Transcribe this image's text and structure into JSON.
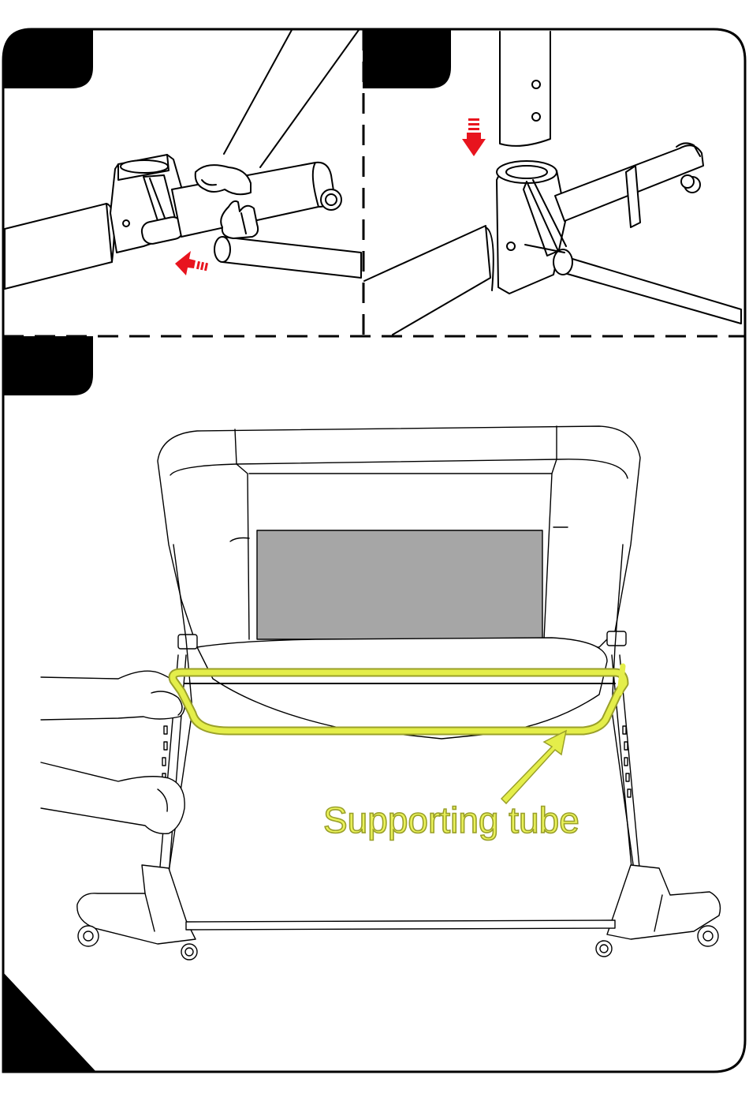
{
  "callout": {
    "label": "Supporting tube",
    "highlight_color": "#e4ee4a",
    "outline_color": "#9aa02a"
  },
  "arrows": {
    "color": "#e8141e"
  },
  "panels": [
    {
      "id": "step-1",
      "description_icon": "push-arrow-icon"
    },
    {
      "id": "step-2",
      "description_icon": "down-arrow-icon"
    },
    {
      "id": "step-3",
      "description_icon": "callout-arrow-icon"
    }
  ]
}
